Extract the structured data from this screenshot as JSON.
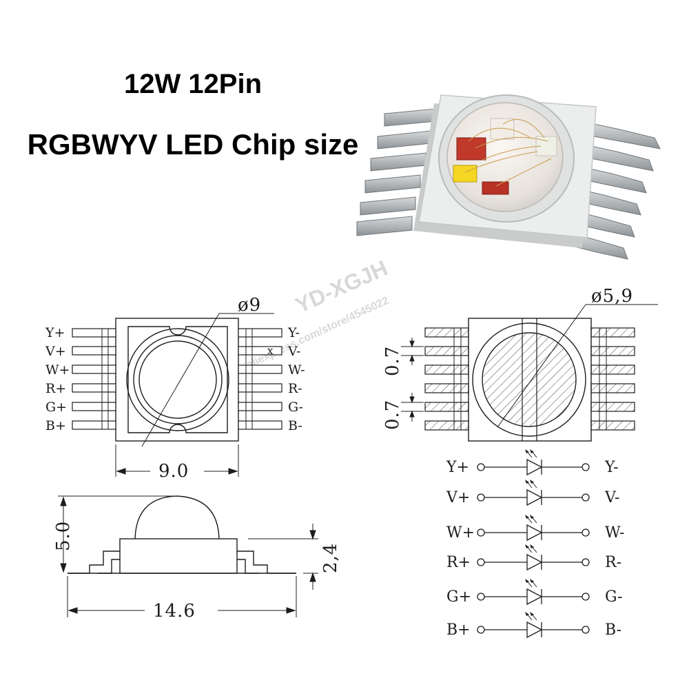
{
  "header": {
    "line1": "12W  12Pin",
    "line2": "RGBWYV   LED  Chip size"
  },
  "watermark": {
    "brand": "YD-XGJH",
    "url": "https://www.aliexpress.com/store/4545022"
  },
  "front_view": {
    "lens_diameter": "ø9",
    "width_dim": "9.0",
    "left_pins": [
      "Y+",
      "V+",
      "W+",
      "R+",
      "G+",
      "B+"
    ],
    "right_pins": [
      "Y-",
      "V-",
      "W-",
      "R-",
      "G-",
      "B-"
    ],
    "mark": "x"
  },
  "side_view": {
    "height_dim": "5.0",
    "body_height_dim": "2,4",
    "length_dim": "14.6"
  },
  "footprint_view": {
    "pad_diameter": "ø5,9",
    "pin_pitch_top": "0.7",
    "pin_pitch_bottom": "0.7"
  },
  "schematic": {
    "rows": [
      {
        "anode": "Y+",
        "cathode": "Y-"
      },
      {
        "anode": "V+",
        "cathode": "V-"
      },
      {
        "anode": "W+",
        "cathode": "W-"
      },
      {
        "anode": "R+",
        "cathode": "R-"
      },
      {
        "anode": "G+",
        "cathode": "G-"
      },
      {
        "anode": "B+",
        "cathode": "B-"
      }
    ]
  },
  "colors": {
    "ceramic": "#e9ebea",
    "pin_metal": "#a8adb0",
    "line": "#1c1c1c"
  }
}
